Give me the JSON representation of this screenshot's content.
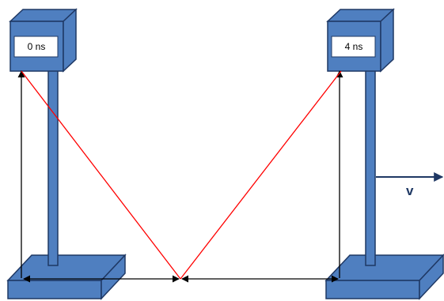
{
  "clocks": {
    "left": {
      "time_label": "0 ns"
    },
    "right": {
      "time_label": "4 ns"
    }
  },
  "velocity": {
    "label": "v"
  },
  "colors": {
    "post_fill": "#4f7fc0",
    "post_stroke": "#1f3864",
    "light_ray": "#ff0000",
    "arrows": "#000000"
  }
}
